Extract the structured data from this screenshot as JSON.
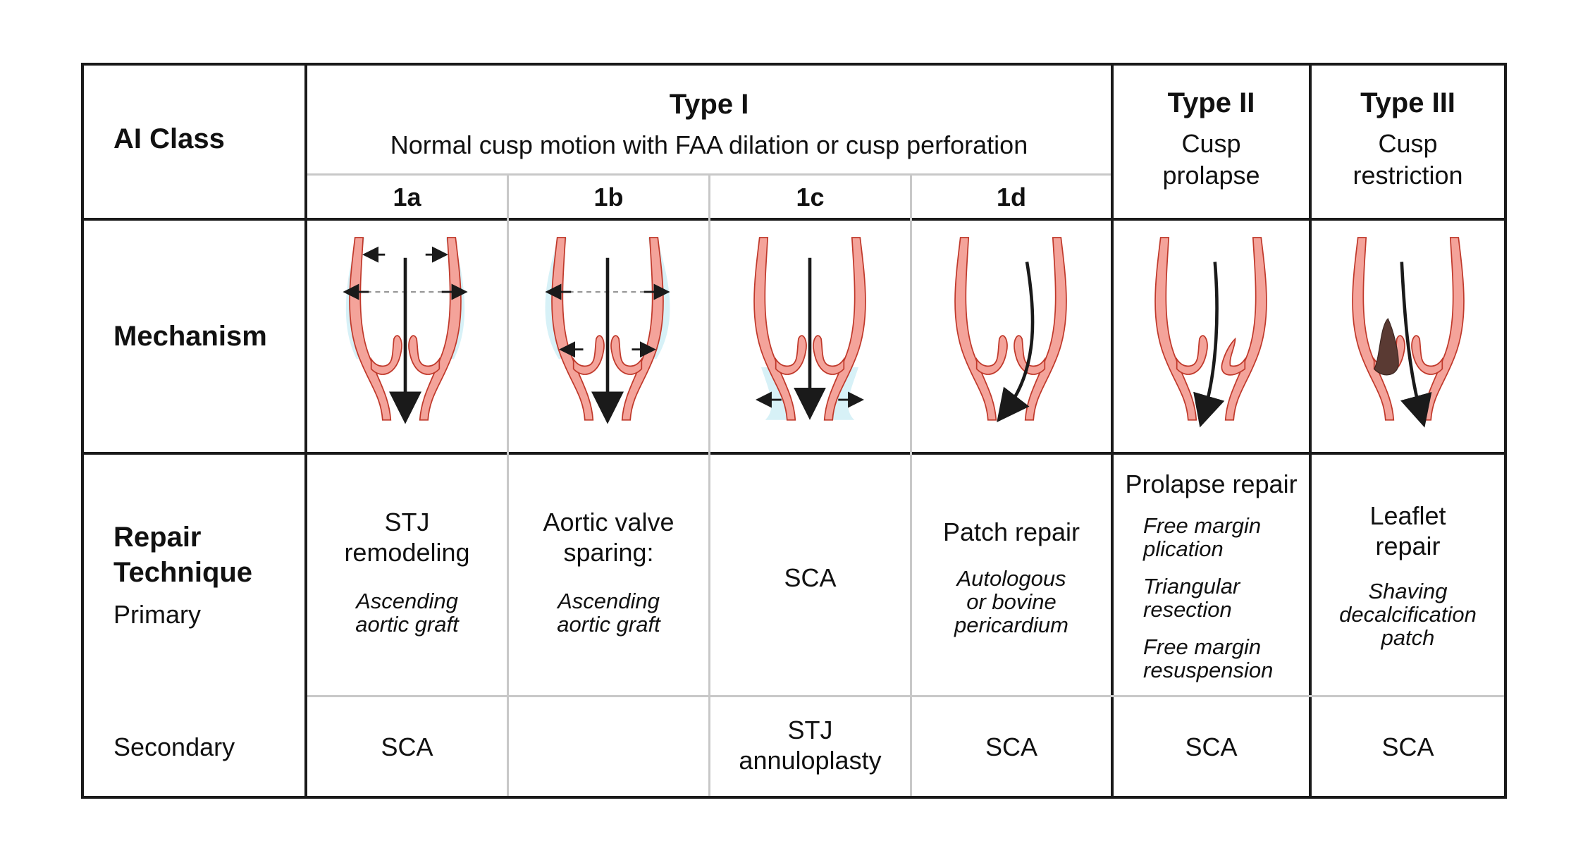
{
  "header": {
    "row_label": "AI Class",
    "type1": {
      "title": "Type I",
      "subtitle": "Normal cusp motion with FAA dilation or cusp perforation",
      "subtypes": [
        "1a",
        "1b",
        "1c",
        "1d"
      ]
    },
    "type2": {
      "title": "Type II",
      "subtitle_line1": "Cusp",
      "subtitle_line2": "prolapse"
    },
    "type3": {
      "title": "Type III",
      "subtitle_line1": "Cusp",
      "subtitle_line2": "restriction"
    }
  },
  "mechanism": {
    "row_label": "Mechanism"
  },
  "repair": {
    "row_label_line1": "Repair",
    "row_label_line2": "Technique",
    "primary_label": "Primary",
    "c1a": {
      "main_line1": "STJ",
      "main_line2": "remodeling",
      "detail_line1": "Ascending",
      "detail_line2": "aortic graft"
    },
    "c1b": {
      "main_line1": "Aortic valve",
      "main_line2": "sparing:",
      "detail_line1": "Ascending",
      "detail_line2": "aortic graft"
    },
    "c1c": {
      "main": "SCA"
    },
    "c1d": {
      "main": "Patch repair",
      "detail_line1": "Autologous",
      "detail_line2": "or bovine",
      "detail_line3": "pericardium"
    },
    "c2": {
      "main": "Prolapse repair",
      "items": [
        {
          "line1": "Free margin",
          "line2": "plication"
        },
        {
          "line1": "Triangular",
          "line2": "resection"
        },
        {
          "line1": "Free margin",
          "line2": "resuspension"
        }
      ]
    },
    "c3": {
      "main_line1": "Leaflet",
      "main_line2": "repair",
      "detail_line1": "Shaving",
      "detail_line2": "decalcification",
      "detail_line3": "patch"
    }
  },
  "secondary": {
    "row_label": "Secondary",
    "c1a": "SCA",
    "c1b": "",
    "c1c_line1": "STJ",
    "c1c_line2": "annuloplasty",
    "c1d": "SCA",
    "c2": "SCA",
    "c3": "SCA"
  },
  "colors": {
    "vessel_fill": "#f4a39a",
    "vessel_stroke": "#c0392b",
    "dilation": "#cdeef5",
    "calcification": "#5a3a33",
    "line": "#1a1a1a",
    "grid": "#c8c8c8"
  }
}
